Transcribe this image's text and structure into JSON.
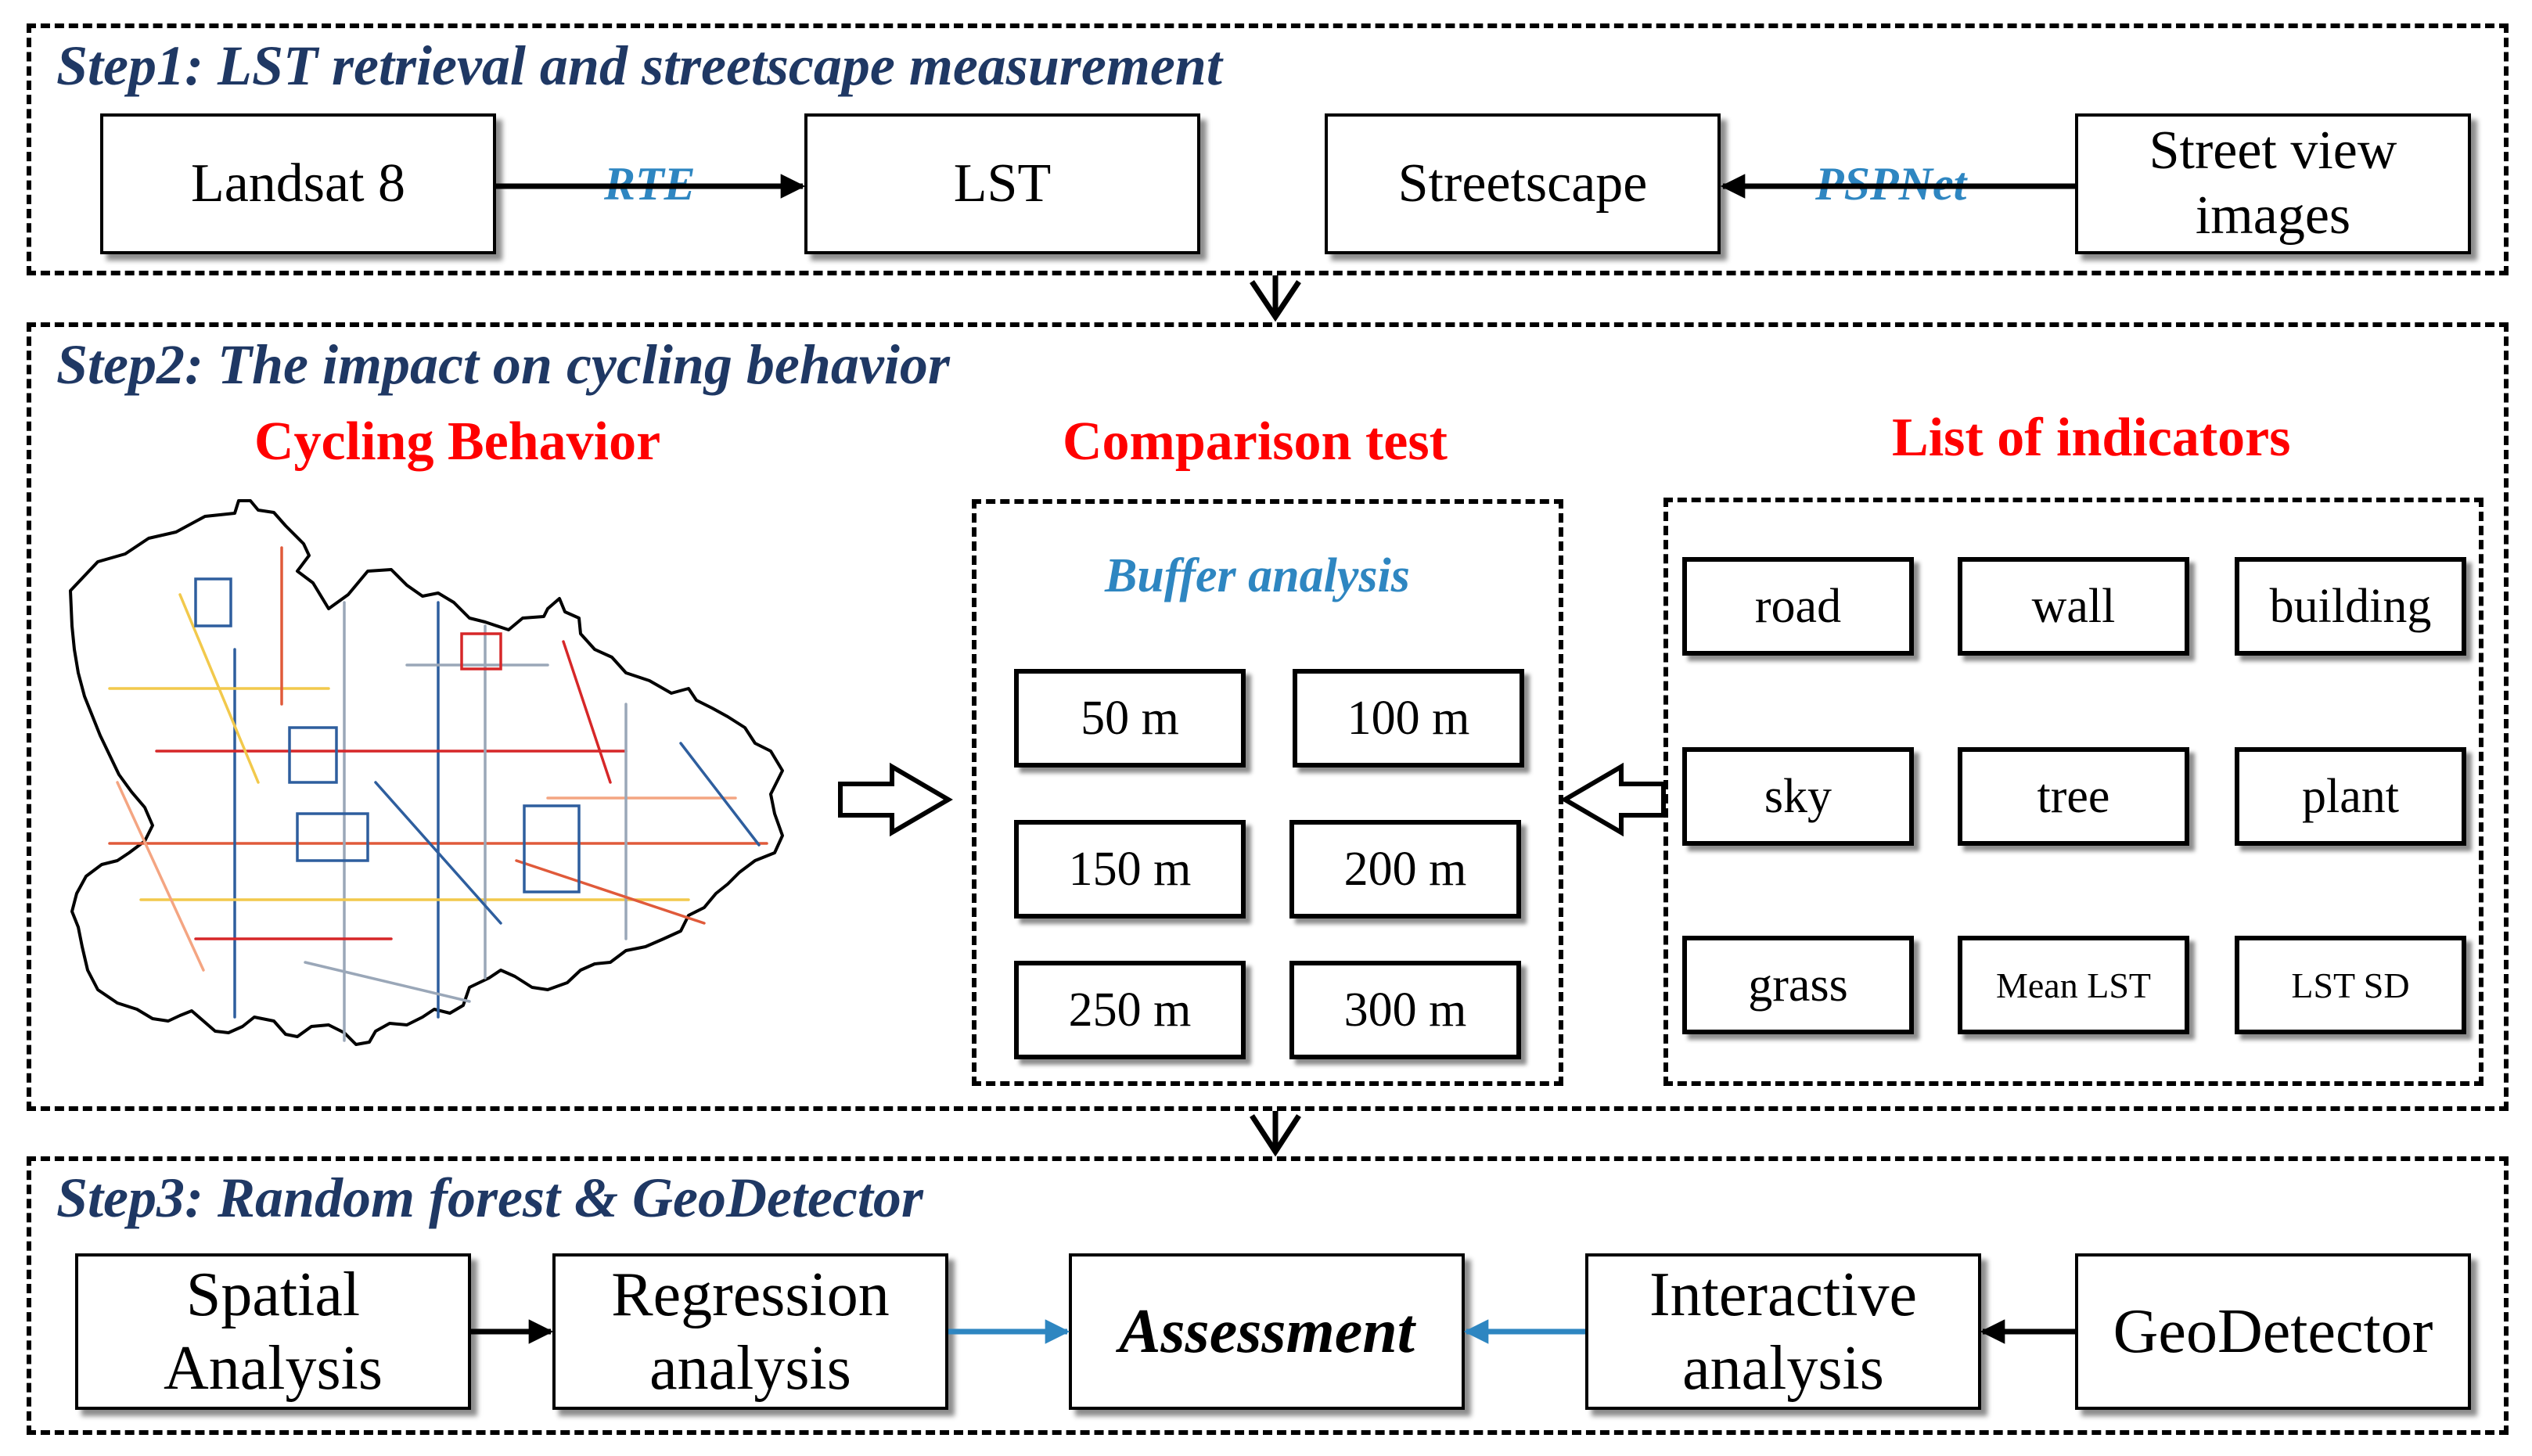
{
  "step1": {
    "title": "Step1:   LST retrieval and streetscape measurement",
    "boxes": {
      "landsat": "Landsat 8",
      "lst": "LST",
      "streetscape": "Streetscape",
      "street_view": "Street view images"
    },
    "arrow_labels": {
      "rte": "RTE",
      "pspnet": "PSPNet"
    }
  },
  "step2": {
    "title": "Step2:  The impact on cycling behavior",
    "cycling_heading": "Cycling Behavior",
    "comparison_heading": "Comparison test",
    "indicators_heading": "List of indicators",
    "buffer_title": "Buffer analysis",
    "buffers": [
      "50 m",
      "100 m",
      "150 m",
      "200 m",
      "250 m",
      "300 m"
    ],
    "indicators": [
      "road",
      "wall",
      "building",
      "sky",
      "tree",
      "plant",
      "grass",
      "Mean LST",
      "LST SD"
    ]
  },
  "step3": {
    "title": "Step3:  Random forest & GeoDetector",
    "boxes": {
      "spatial": "Spatial Analysis",
      "regression": "Regression analysis",
      "assessment": "Assessment",
      "interactive": "Interactive analysis",
      "geodetector": "GeoDetector"
    }
  },
  "colors": {
    "step_title": "#1f3864",
    "section_heading": "#ff0000",
    "accent_blue": "#2e86c1"
  },
  "map_road_colors": [
    "#e05a3a",
    "#2e5e9e",
    "#d62728",
    "#f2c94c",
    "#9aa7b8",
    "#f4a582"
  ]
}
